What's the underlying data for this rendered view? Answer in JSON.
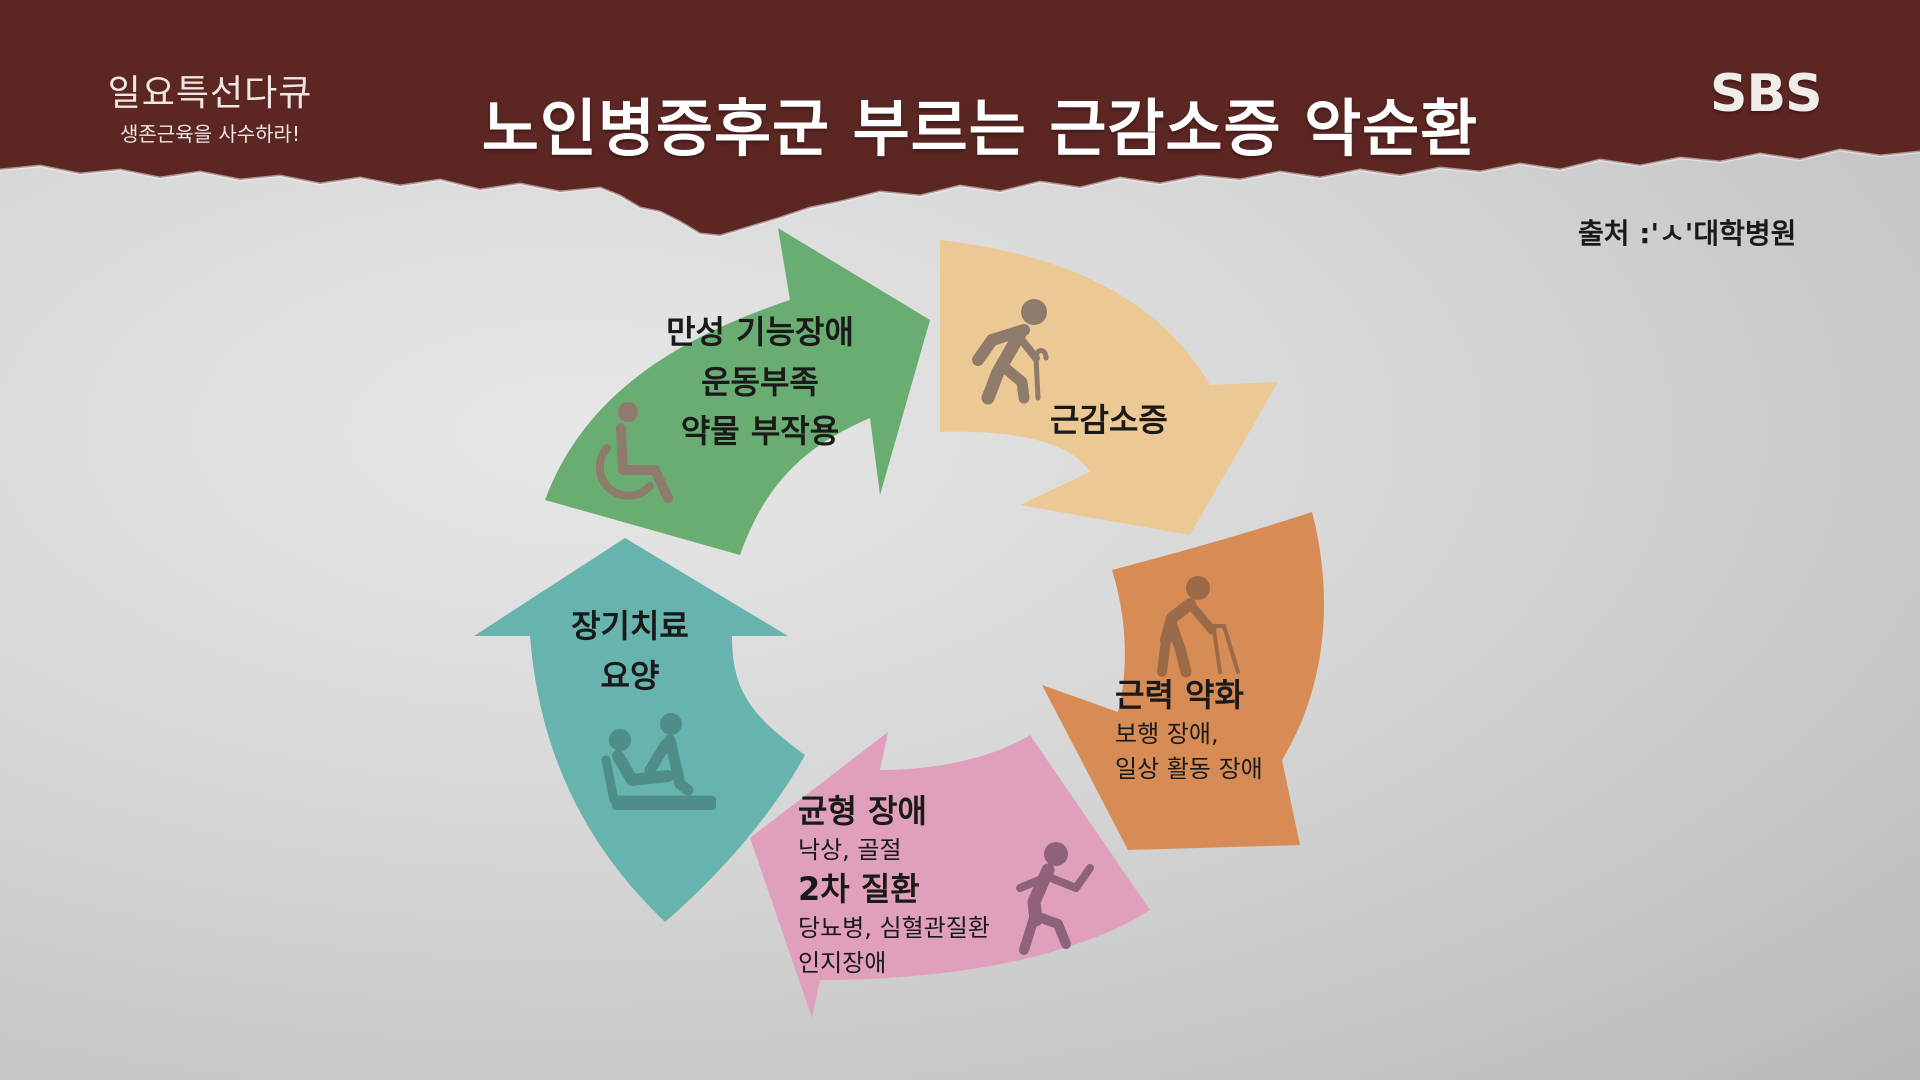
{
  "program": {
    "title": "일요특선다큐",
    "subtitle": "생존근육을 사수하라!"
  },
  "headline": "노인병증후군 부르는 근감소증 악순환",
  "logo": "SBS",
  "source": "출처 :'ㅅ'대학병원",
  "colors": {
    "banner": "#5c2623",
    "green": "#6aad72",
    "peach": "#ecc894",
    "orange": "#d88c55",
    "pink": "#e0a0bb",
    "teal": "#67b3ad",
    "icon": "#8e7b6c"
  },
  "cycle": {
    "green": {
      "lines": [
        "만성 기능장애",
        "운동부족",
        "약물 부작용"
      ],
      "icon": "wheelchair-icon"
    },
    "peach": {
      "title": "근감소증",
      "icon": "elderly-cane-icon"
    },
    "orange": {
      "title": "근력 약화",
      "details": [
        "보행 장애,",
        "일상 활동 장애"
      ],
      "icon": "walker-icon"
    },
    "pink": {
      "title1": "균형 장애",
      "detail1": "낙상, 골절",
      "title2": "2차 질환",
      "details2": [
        "당뇨병, 심혈관질환",
        "인지장애"
      ],
      "icon": "falling-person-icon"
    },
    "teal": {
      "lines": [
        "장기치료",
        "요양"
      ],
      "icon": "caregiver-bed-icon"
    }
  }
}
